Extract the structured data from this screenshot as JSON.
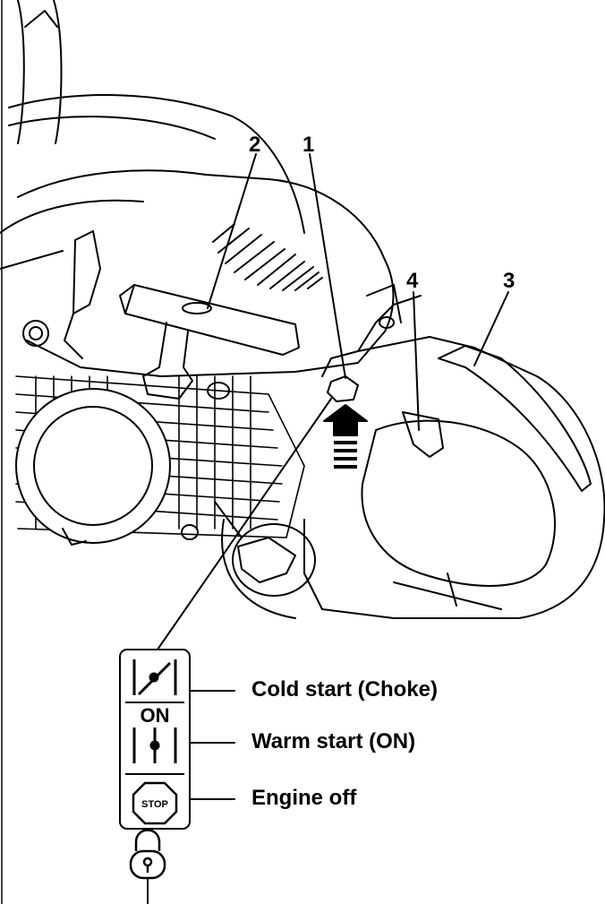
{
  "callouts": {
    "n1": "1",
    "n2": "2",
    "n3": "3",
    "n4": "4"
  },
  "legend": {
    "choke": "Cold start (Choke)",
    "warm": "Warm start (ON)",
    "off": "Engine off",
    "on_symbol": "ON",
    "stop_symbol": "STOP"
  }
}
